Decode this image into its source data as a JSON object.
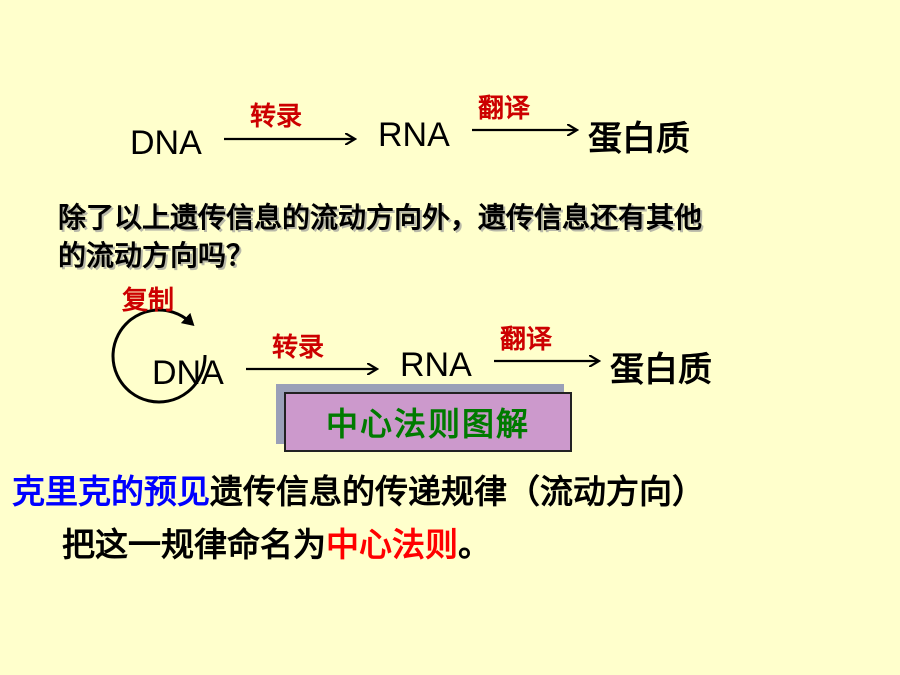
{
  "row1": {
    "dna": "DNA",
    "transcription": "转录",
    "rna": "RNA",
    "translation": "翻译",
    "protein": "蛋白质"
  },
  "question": {
    "line1": "除了以上遗传信息的流动方向外，遗传信息还有其他",
    "line2": "的流动方向吗？"
  },
  "row2": {
    "replication": "复制",
    "dna": "DNA",
    "transcription": "转录",
    "rna": "RNA",
    "translation": "翻译",
    "protein": "蛋白质"
  },
  "caption": "中心法则图解",
  "paragraph": {
    "line1_highlight": "克里克的预见",
    "line1_rest": "遗传信息的传递规律（流动方向）",
    "line2_prefix": "把这一规律命名为",
    "line2_highlight": "中心法则",
    "line2_suffix": "。"
  },
  "colors": {
    "background": "#FFFFCC",
    "label_red": "#CC0000",
    "caption_bg": "#CC99CC",
    "caption_text": "#007A00",
    "highlight_blue": "#0000FF",
    "highlight_red": "#FF0000"
  }
}
